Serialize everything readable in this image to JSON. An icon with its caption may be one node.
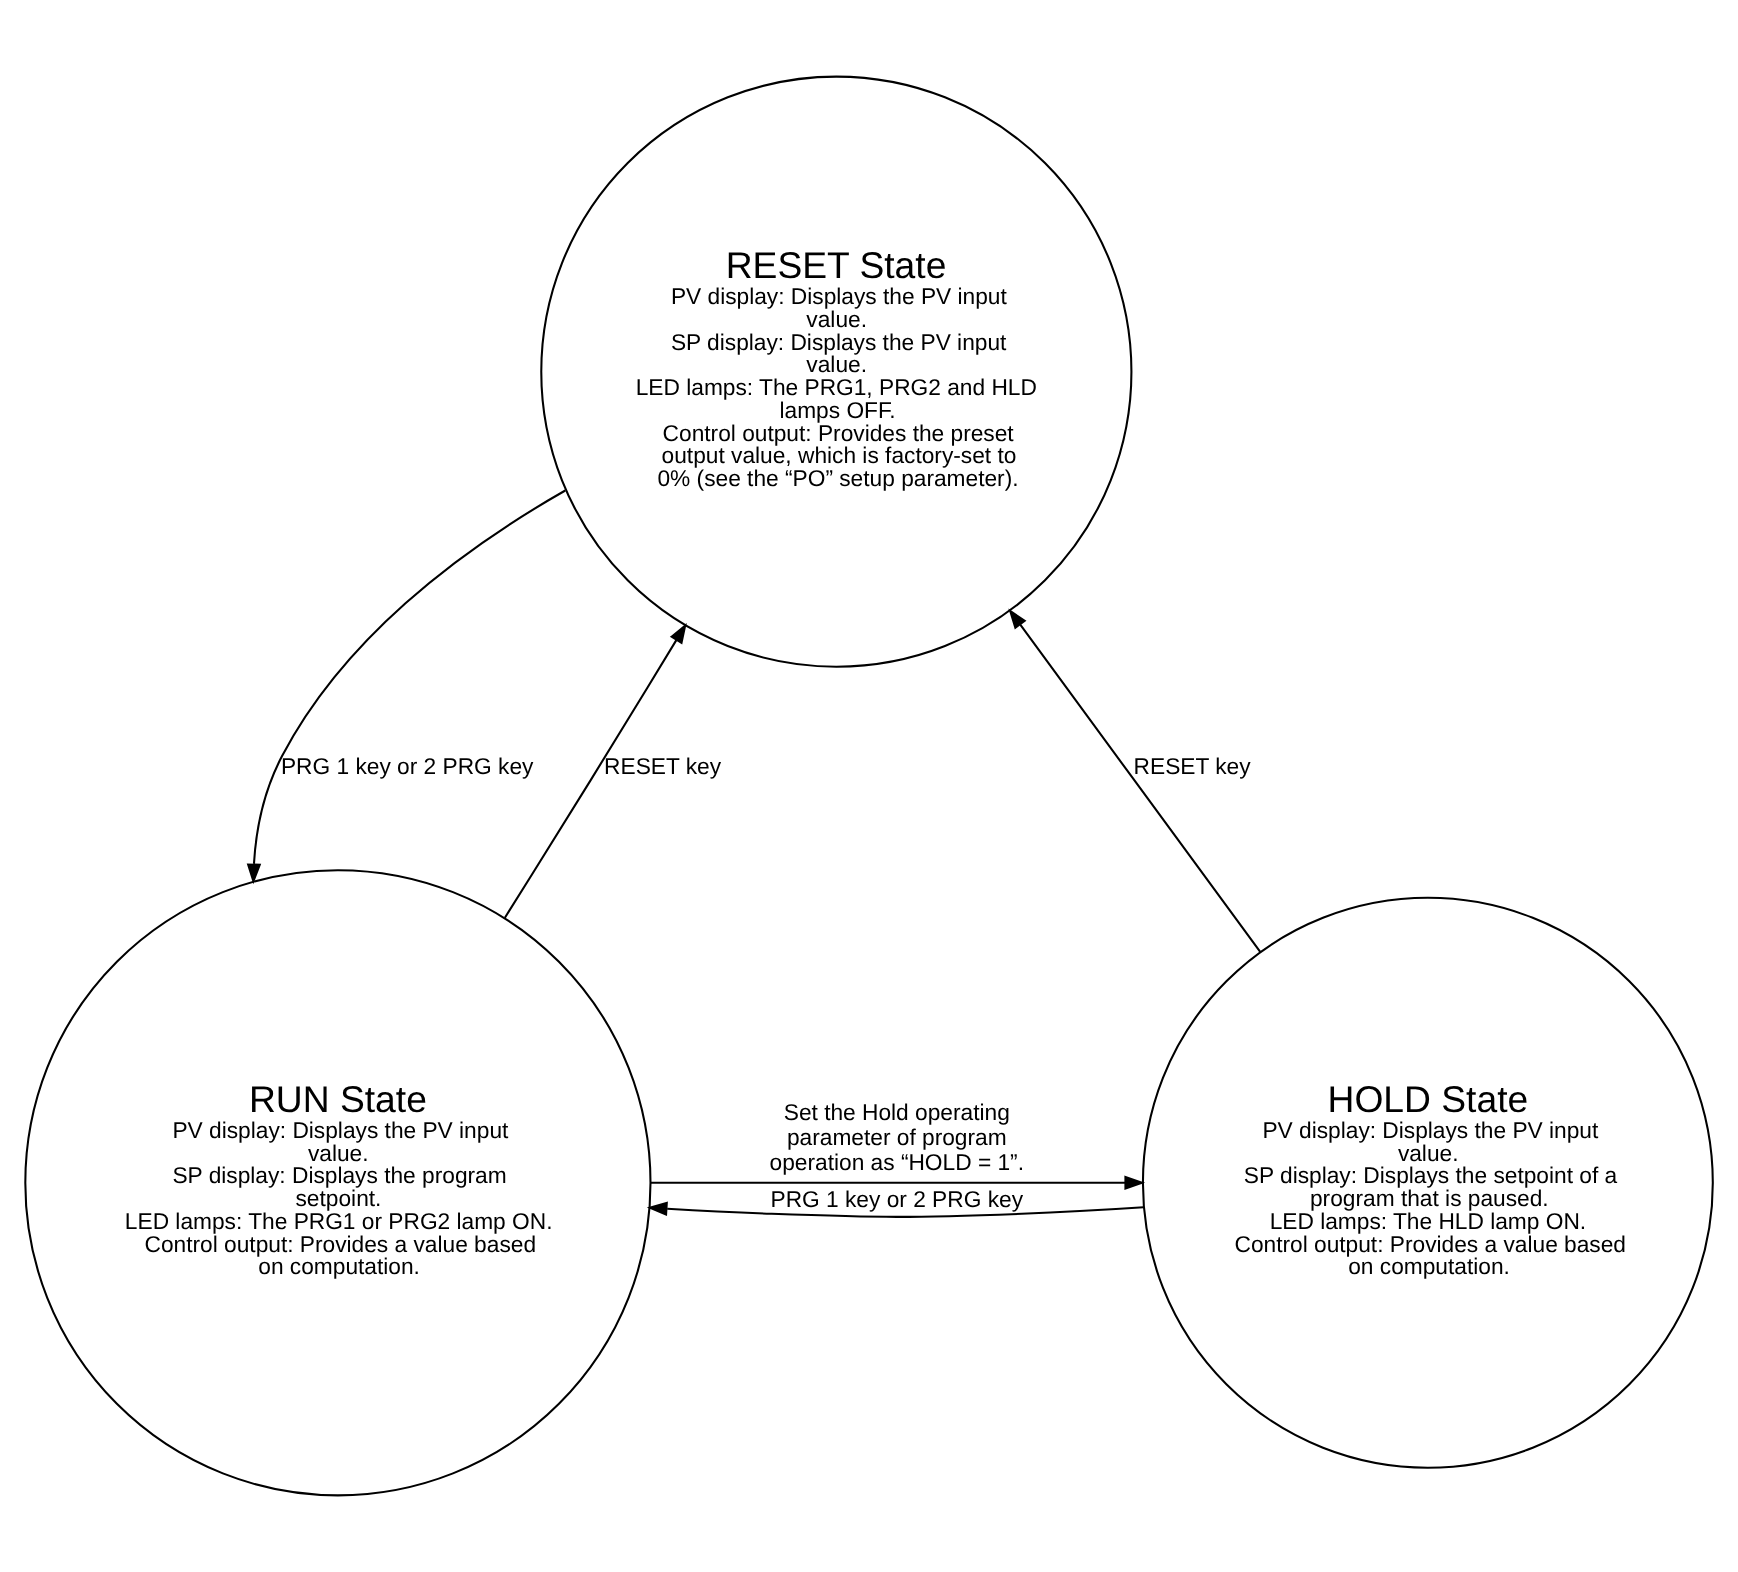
{
  "diagram": {
    "nodes": [
      {
        "text": [
          "RESET State",
          "PV display: Displays the PV input value.",
          "SP display: Displays the PV input value.",
          "LED lamps: The PRG1, PRG2 and HLD lamps OFF.",
          "Control output: Provides the preset output value, which is factory-set to 0% (see the “PO” setup parameter)."
        ]
      },
      {
        "text": [
          "RUN State",
          "PV display: Displays the PV input value.",
          "SP display: Displays the program setpoint.",
          "LED lamps: The PRG1 or PRG2 lamp ON.",
          "Control output: Provides a value based on computation."
        ]
      },
      {
        "text": [
          "HOLD State",
          "PV display: Displays the PV input value.",
          "SP display: Displays the setpoint of a program that is paused.",
          "LED lamps: The HLD lamp ON.",
          "Control output: Provides a value based on computation."
        ]
      }
    ],
    "edges": [
      {
        "from": 1,
        "to": 0,
        "arrow": "to",
        "label": "RESET key"
      },
      {
        "from": 0,
        "to": 1,
        "arrow": "to",
        "label": "PRG 1 key or 2 PRG key"
      },
      {
        "from": 2,
        "to": 0,
        "arrow": "to",
        "label": "RESET key"
      },
      {
        "from": 2,
        "to": 1,
        "arrow": "to",
        "label": "PRG 1 key or 2 PRG key"
      },
      {
        "from": 1,
        "to": 2,
        "arrow": "to",
        "label": "Set the Hold operating parameter of program operation as “HOLD = 1”."
      }
    ]
  }
}
